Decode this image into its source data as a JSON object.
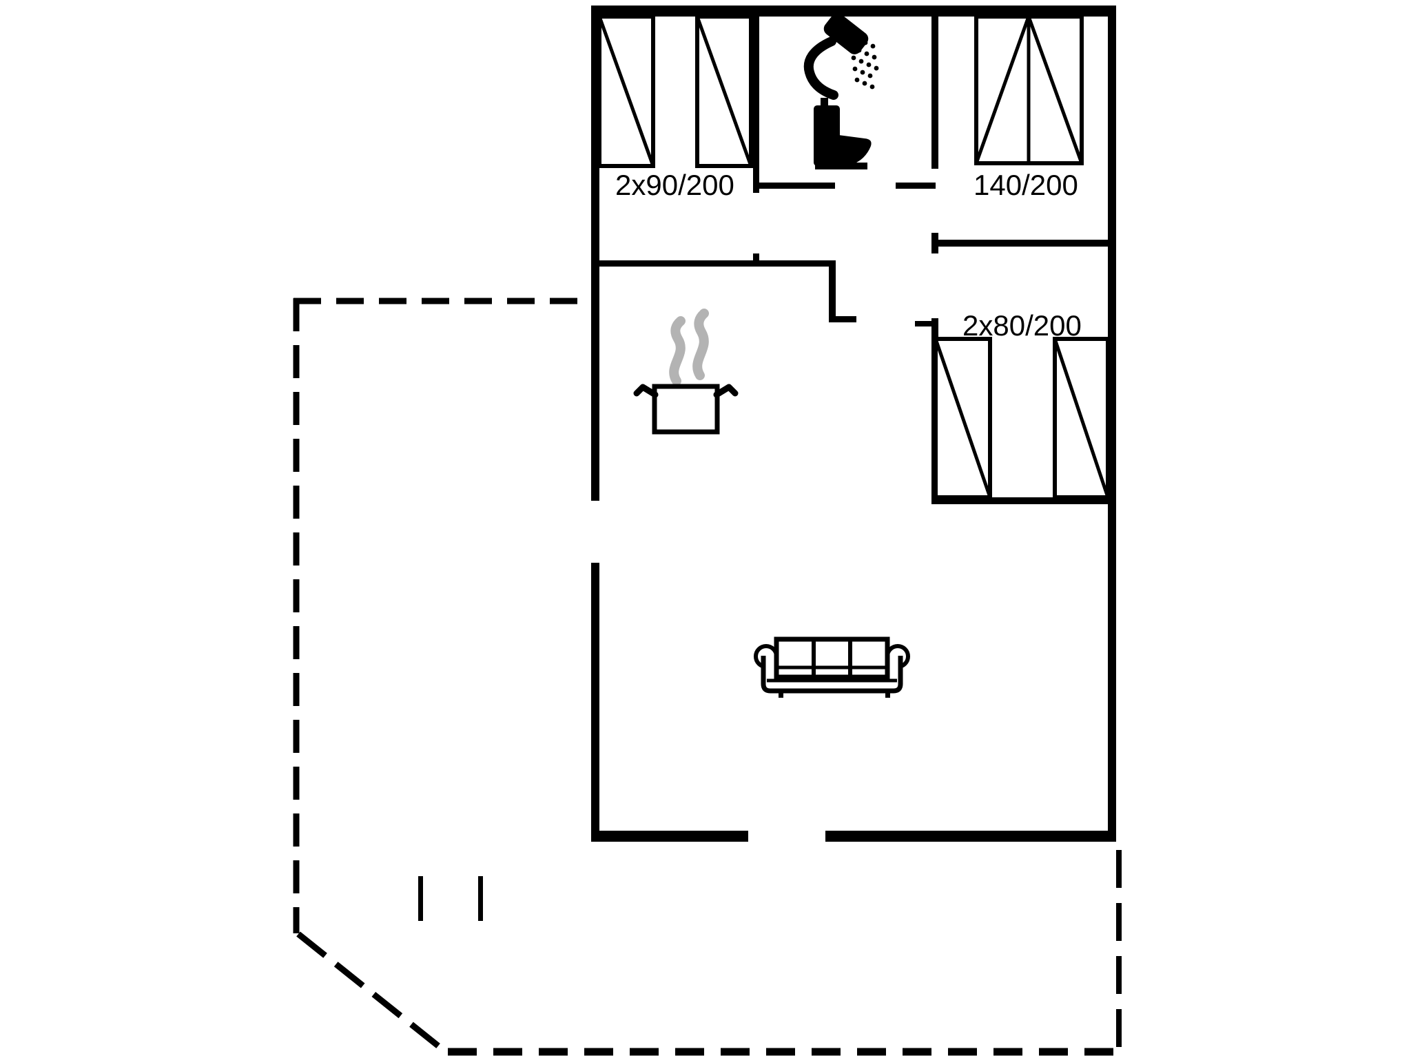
{
  "plan": {
    "type": "floor-plan",
    "background_color": "#ffffff",
    "wall_color": "#000000",
    "steam_color": "#b3b3b3",
    "labels": {
      "twin_beds_top": "2x90/200",
      "double_bed": "140/200",
      "twin_beds_right": "2x80/200"
    },
    "icons": [
      {
        "name": "shower-icon"
      },
      {
        "name": "toilet-icon"
      },
      {
        "name": "cooking-pot-steam-icon"
      },
      {
        "name": "sofa-icon"
      },
      {
        "name": "bed-symbol"
      },
      {
        "name": "terrace-dashed-boundary"
      }
    ]
  }
}
